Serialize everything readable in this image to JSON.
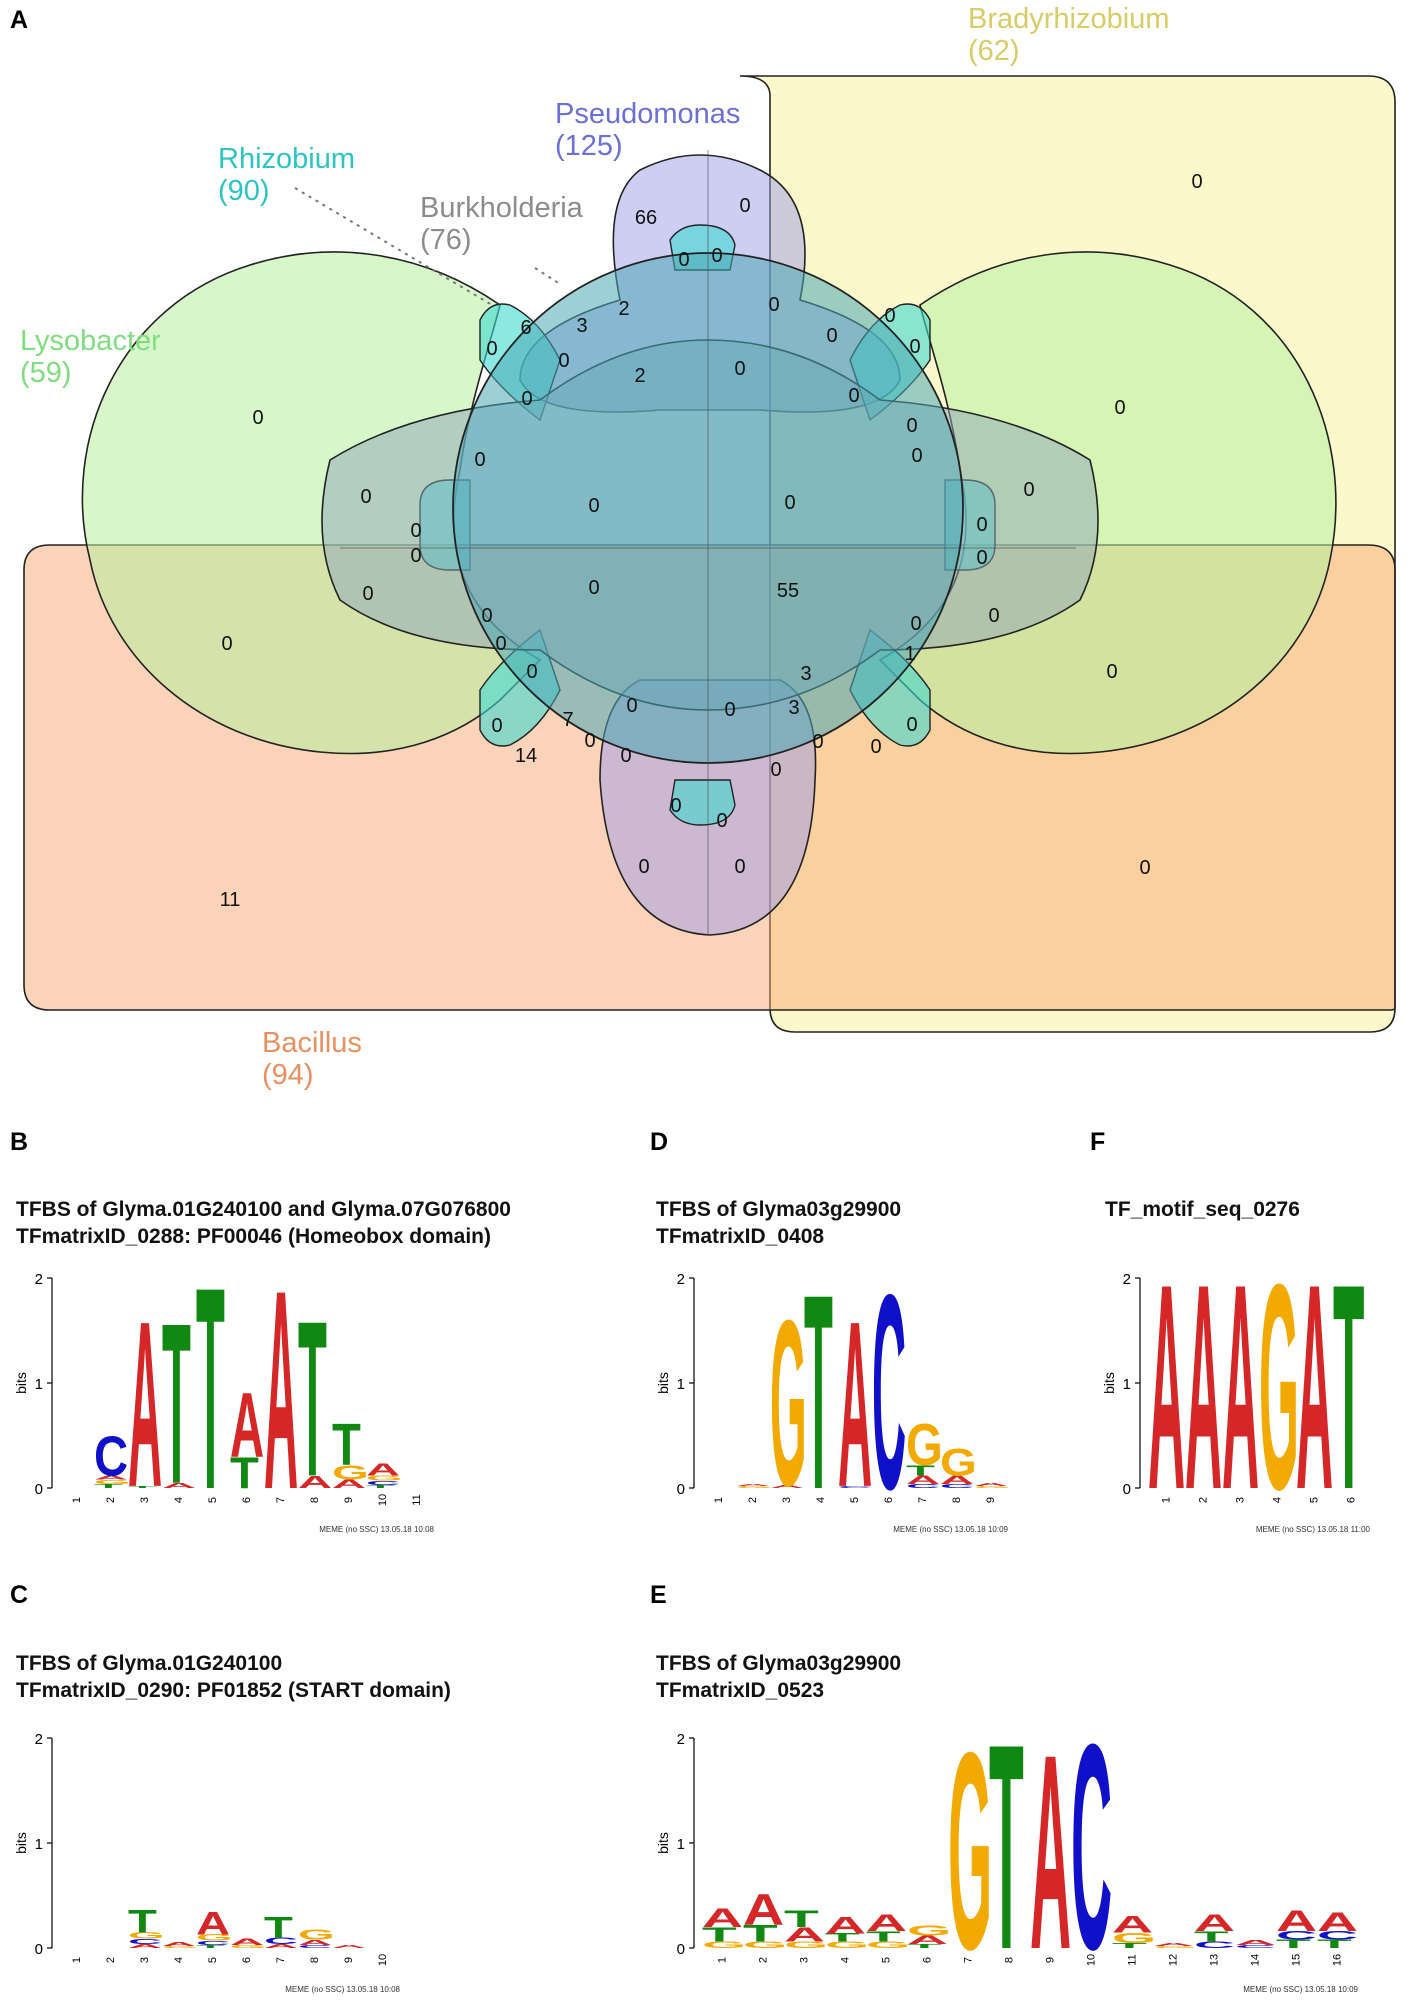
{
  "panels": {
    "a": "A",
    "b": "B",
    "c": "C",
    "d": "D",
    "e": "E",
    "f": "F"
  },
  "venn": {
    "sets": [
      {
        "name": "Bradyrhizobium",
        "count": "(62)",
        "color": "#d8cc66"
      },
      {
        "name": "Pseudomonas",
        "count": "(125)",
        "color": "#6b6fd6"
      },
      {
        "name": "Rhizobium",
        "count": "(90)",
        "color": "#2ec4c4"
      },
      {
        "name": "Burkholderia",
        "count": "(76)",
        "color": "#8c8c8c"
      },
      {
        "name": "Lysobacter",
        "count": "(59)",
        "color": "#7fdc7f"
      },
      {
        "name": "Bacillus",
        "count": "(94)",
        "color": "#e89060"
      }
    ],
    "region_counts": [
      "0",
      "66",
      "0",
      "0",
      "0",
      "6",
      "3",
      "2",
      "2",
      "0",
      "0",
      "0",
      "0",
      "0",
      "0",
      "0",
      "0",
      "0",
      "0",
      "0",
      "0",
      "0",
      "0",
      "0",
      "0",
      "0",
      "0",
      "0",
      "0",
      "0",
      "0",
      "55",
      "0",
      "0",
      "0",
      "0",
      "0",
      "0",
      "1",
      "3",
      "0",
      "0",
      "0",
      "3",
      "7",
      "0",
      "0",
      "0",
      "14",
      "0",
      "0",
      "0",
      "0",
      "0",
      "0",
      "0",
      "0",
      "11",
      "0",
      "0",
      "0"
    ]
  },
  "logos": {
    "colors": {
      "A": "#d62728",
      "C": "#1010c8",
      "G": "#f2a900",
      "T": "#118811"
    },
    "y_label": "bits",
    "y_ticks": [
      "2",
      "1",
      "0"
    ],
    "b": {
      "title1": "TFBS of Glyma.01G240100 and Glyma.07G076800",
      "title2": "TFmatrixID_0288: PF00046 (Homeobox domain)",
      "footer": "MEME (no SSC) 13.05.18 10:08",
      "x_ticks": [
        "1",
        "2",
        "3",
        "4",
        "5",
        "6",
        "7",
        "8",
        "9",
        "10",
        "11"
      ],
      "columns": [
        [],
        [
          {
            "l": "C",
            "h": 0.38
          },
          {
            "l": "T",
            "h": 0.04
          },
          {
            "l": "G",
            "h": 0.04
          },
          {
            "l": "A",
            "h": 0.04
          }
        ],
        [
          {
            "l": "A",
            "h": 1.6
          },
          {
            "l": "T",
            "h": 0.02
          }
        ],
        [
          {
            "l": "T",
            "h": 1.55
          },
          {
            "l": "A",
            "h": 0.05
          }
        ],
        [
          {
            "l": "T",
            "h": 1.95
          }
        ],
        [
          {
            "l": "A",
            "h": 0.62
          },
          {
            "l": "T",
            "h": 0.3
          }
        ],
        [
          {
            "l": "A",
            "h": 1.92
          }
        ],
        [
          {
            "l": "T",
            "h": 1.5
          },
          {
            "l": "A",
            "h": 0.12
          }
        ],
        [
          {
            "l": "T",
            "h": 0.4
          },
          {
            "l": "G",
            "h": 0.14
          },
          {
            "l": "A",
            "h": 0.08
          }
        ],
        [
          {
            "l": "A",
            "h": 0.12
          },
          {
            "l": "G",
            "h": 0.05
          },
          {
            "l": "C",
            "h": 0.04
          },
          {
            "l": "T",
            "h": 0.03
          }
        ],
        []
      ]
    },
    "c": {
      "title1": "TFBS of Glyma.01G240100",
      "title2": "TFmatrixID_0290: PF01852 (START domain)",
      "footer": "MEME (no SSC) 13.05.18 10:08",
      "x_ticks": [
        "1",
        "2",
        "3",
        "4",
        "5",
        "6",
        "7",
        "8",
        "9",
        "10"
      ],
      "columns": [
        [],
        [],
        [
          {
            "l": "T",
            "h": 0.22
          },
          {
            "l": "G",
            "h": 0.06
          },
          {
            "l": "C",
            "h": 0.05
          },
          {
            "l": "A",
            "h": 0.04
          }
        ],
        [
          {
            "l": "A",
            "h": 0.04
          },
          {
            "l": "G",
            "h": 0.02
          }
        ],
        [
          {
            "l": "A",
            "h": 0.22
          },
          {
            "l": "G",
            "h": 0.06
          },
          {
            "l": "C",
            "h": 0.04
          },
          {
            "l": "T",
            "h": 0.03
          }
        ],
        [
          {
            "l": "A",
            "h": 0.06
          },
          {
            "l": "G",
            "h": 0.03
          }
        ],
        [
          {
            "l": "T",
            "h": 0.2
          },
          {
            "l": "C",
            "h": 0.06
          },
          {
            "l": "A",
            "h": 0.04
          }
        ],
        [
          {
            "l": "G",
            "h": 0.1
          },
          {
            "l": "A",
            "h": 0.05
          },
          {
            "l": "C",
            "h": 0.03
          }
        ],
        [
          {
            "l": "A",
            "h": 0.03
          }
        ],
        []
      ]
    },
    "d": {
      "title1": "TFBS of Glyma03g29900",
      "title2": "TFmatrixID_0408",
      "footer": "MEME (no SSC) 13.05.18 10:09",
      "x_ticks": [
        "1",
        "2",
        "3",
        "4",
        "5",
        "6",
        "7",
        "8",
        "9"
      ],
      "columns": [
        [],
        [
          {
            "l": "G",
            "h": 0.02
          },
          {
            "l": "A",
            "h": 0.02
          }
        ],
        [
          {
            "l": "G",
            "h": 1.6
          },
          {
            "l": "A",
            "h": 0.03
          }
        ],
        [
          {
            "l": "T",
            "h": 1.88
          }
        ],
        [
          {
            "l": "A",
            "h": 1.6
          },
          {
            "l": "C",
            "h": 0.02
          }
        ],
        [
          {
            "l": "C",
            "h": 1.88
          }
        ],
        [
          {
            "l": "G",
            "h": 0.4
          },
          {
            "l": "T",
            "h": 0.1
          },
          {
            "l": "A",
            "h": 0.08
          },
          {
            "l": "C",
            "h": 0.04
          }
        ],
        [
          {
            "l": "G",
            "h": 0.26
          },
          {
            "l": "A",
            "h": 0.08
          },
          {
            "l": "C",
            "h": 0.04
          }
        ],
        [
          {
            "l": "A",
            "h": 0.03
          },
          {
            "l": "G",
            "h": 0.02
          }
        ]
      ]
    },
    "e": {
      "title1": "TFBS of Glyma03g29900",
      "title2": "TFmatrixID_0523",
      "footer": "MEME (no SSC) 13.05.18 10:09",
      "x_ticks": [
        "1",
        "2",
        "3",
        "4",
        "5",
        "6",
        "7",
        "8",
        "9",
        "10",
        "11",
        "12",
        "13",
        "14",
        "15",
        "16"
      ],
      "columns": [
        [
          {
            "l": "A",
            "h": 0.18
          },
          {
            "l": "T",
            "h": 0.14
          },
          {
            "l": "G",
            "h": 0.06
          }
        ],
        [
          {
            "l": "A",
            "h": 0.3
          },
          {
            "l": "T",
            "h": 0.16
          },
          {
            "l": "G",
            "h": 0.06
          }
        ],
        [
          {
            "l": "T",
            "h": 0.16
          },
          {
            "l": "A",
            "h": 0.14
          },
          {
            "l": "G",
            "h": 0.06
          }
        ],
        [
          {
            "l": "A",
            "h": 0.16
          },
          {
            "l": "T",
            "h": 0.08
          },
          {
            "l": "G",
            "h": 0.06
          }
        ],
        [
          {
            "l": "A",
            "h": 0.16
          },
          {
            "l": "T",
            "h": 0.1
          },
          {
            "l": "G",
            "h": 0.06
          }
        ],
        [
          {
            "l": "G",
            "h": 0.1
          },
          {
            "l": "A",
            "h": 0.08
          },
          {
            "l": "T",
            "h": 0.04
          }
        ],
        [
          {
            "l": "G",
            "h": 1.9
          }
        ],
        [
          {
            "l": "T",
            "h": 1.98
          }
        ],
        [
          {
            "l": "A",
            "h": 1.88
          }
        ],
        [
          {
            "l": "C",
            "h": 1.98
          }
        ],
        [
          {
            "l": "A",
            "h": 0.16
          },
          {
            "l": "G",
            "h": 0.1
          },
          {
            "l": "T",
            "h": 0.05
          }
        ],
        [
          {
            "l": "A",
            "h": 0.03
          },
          {
            "l": "G",
            "h": 0.02
          }
        ],
        [
          {
            "l": "A",
            "h": 0.16
          },
          {
            "l": "T",
            "h": 0.1
          },
          {
            "l": "C",
            "h": 0.06
          }
        ],
        [
          {
            "l": "A",
            "h": 0.05
          },
          {
            "l": "C",
            "h": 0.03
          }
        ],
        [
          {
            "l": "A",
            "h": 0.2
          },
          {
            "l": "T",
            "h": 0.08
          },
          {
            "l": "C",
            "h": 0.08
          }
        ],
        [
          {
            "l": "A",
            "h": 0.18
          },
          {
            "l": "T",
            "h": 0.08
          },
          {
            "l": "C",
            "h": 0.08
          }
        ]
      ]
    },
    "f": {
      "title1": "TF_motif_seq_0276",
      "footer": "MEME (no SSC) 13.05.18 11:00",
      "x_ticks": [
        "1",
        "2",
        "3",
        "4",
        "5",
        "6"
      ],
      "columns": [
        [
          {
            "l": "A",
            "h": 1.98
          }
        ],
        [
          {
            "l": "A",
            "h": 1.98
          }
        ],
        [
          {
            "l": "A",
            "h": 1.98
          }
        ],
        [
          {
            "l": "G",
            "h": 1.98
          }
        ],
        [
          {
            "l": "A",
            "h": 1.98
          }
        ],
        [
          {
            "l": "T",
            "h": 1.98
          }
        ]
      ]
    }
  }
}
